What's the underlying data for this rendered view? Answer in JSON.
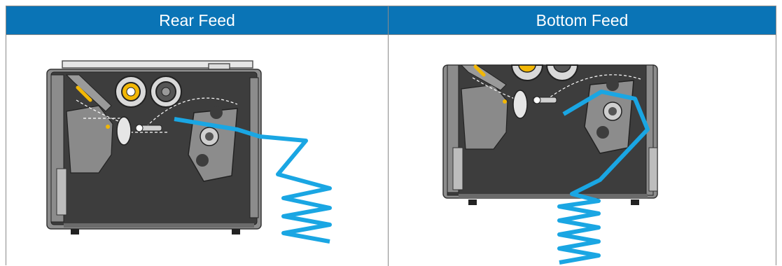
{
  "table": {
    "columns": [
      {
        "header": "Rear Feed",
        "figure": "printer-rear-feed-illustration"
      },
      {
        "header": "Bottom Feed",
        "figure": "printer-bottom-feed-illustration"
      }
    ]
  },
  "colors": {
    "header_bg": "#0a74b6",
    "header_text": "#ffffff",
    "media_path": "#1aa6e3",
    "printer_body": "#3d3d3d",
    "printer_frame": "#8c8c8c",
    "guide_yellow": "#f2b705"
  }
}
